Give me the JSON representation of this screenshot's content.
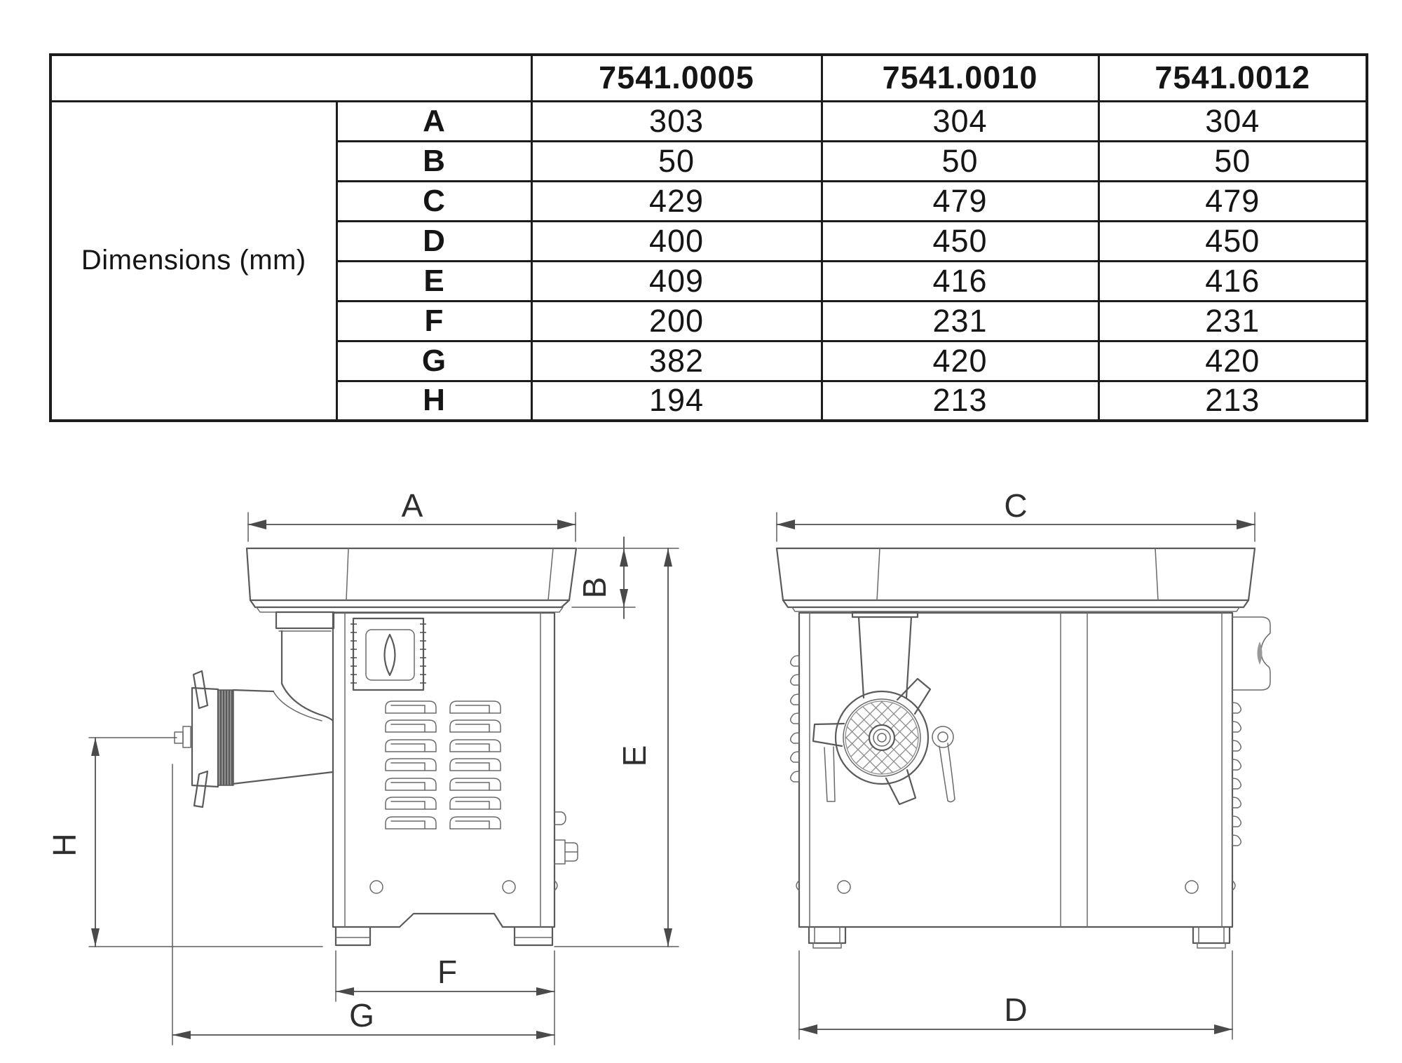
{
  "table": {
    "columns": [
      "7541.0005",
      "7541.0010",
      "7541.0012"
    ],
    "row_group_label": "Dimensions (mm)",
    "rows": [
      {
        "label": "A",
        "values": [
          "303",
          "304",
          "304"
        ]
      },
      {
        "label": "B",
        "values": [
          "50",
          "50",
          "50"
        ]
      },
      {
        "label": "C",
        "values": [
          "429",
          "479",
          "479"
        ]
      },
      {
        "label": "D",
        "values": [
          "400",
          "450",
          "450"
        ]
      },
      {
        "label": "E",
        "values": [
          "409",
          "416",
          "416"
        ]
      },
      {
        "label": "F",
        "values": [
          "200",
          "231",
          "231"
        ]
      },
      {
        "label": "G",
        "values": [
          "382",
          "420",
          "420"
        ]
      },
      {
        "label": "H",
        "values": [
          "194",
          "213",
          "213"
        ]
      }
    ]
  },
  "drawings": {
    "side_view": {
      "dim_a": "A",
      "dim_b": "B",
      "dim_e": "E",
      "dim_h": "H",
      "dim_f": "F",
      "dim_g": "G"
    },
    "front_view": {
      "dim_c": "C",
      "dim_d": "D"
    }
  },
  "colors": {
    "ink": "#151515",
    "drawing_line": "#5a5a5a",
    "background": "#ffffff"
  }
}
